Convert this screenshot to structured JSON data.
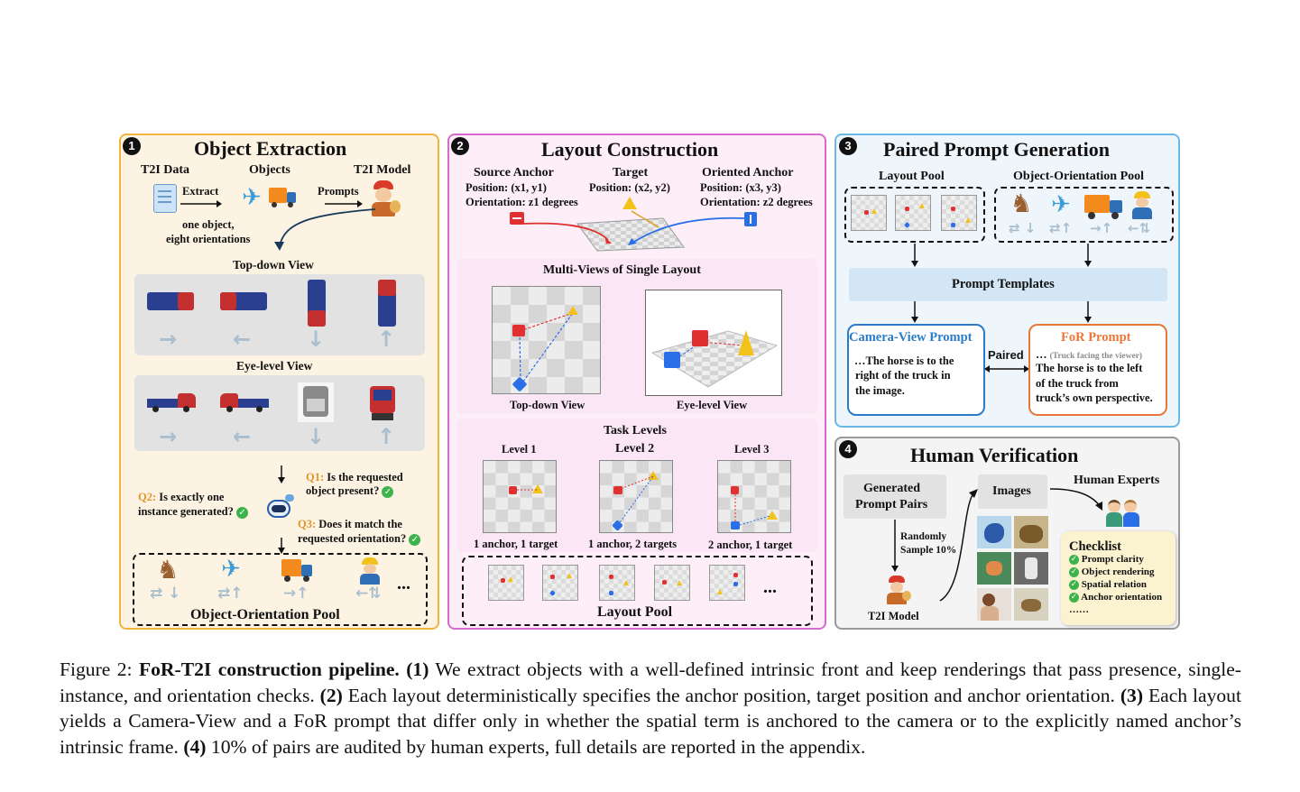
{
  "panel1": {
    "number": "1",
    "title": "Object  Extraction",
    "t2i_data": "T2I Data",
    "objects": "Objects",
    "t2i_model": "T2I Model",
    "extract": "Extract",
    "prompts": "Prompts",
    "note_line1": "one object,",
    "note_line2": "eight orientations",
    "top_down_view": "Top-down View",
    "eye_level_view": "Eye-level View",
    "q1_label": "Q1:",
    "q1_text_line1": "Is the requested",
    "q1_text_line2": "object present?",
    "q2_label": "Q2:",
    "q2_text_line1": "Is exactly one",
    "q2_text_line2": "instance generated?",
    "q3_label": "Q3:",
    "q3_text_line1": "Does it match the",
    "q3_text_line2": "requested orientation?",
    "pool_label": "Object-Orientation Pool",
    "ellipsis": "..."
  },
  "panel2": {
    "number": "2",
    "title": "Layout Construction",
    "source_anchor": "Source Anchor",
    "source_pos": "Position: (x1,  y1)",
    "source_orient": "Orientation: z1 degrees",
    "target": "Target",
    "target_pos": "Position: (x2,  y2)",
    "oriented_anchor": "Oriented Anchor",
    "oriented_pos": "Position: (x3,  y3)",
    "oriented_orient": "Orientation: z2 degrees",
    "multi_views_title": "Multi-Views of Single Layout",
    "top_down_label": "Top-down View",
    "eye_level_label": "Eye-level View",
    "task_levels_title": "Task Levels",
    "level1": "Level 1",
    "level2": "Level 2",
    "level3": "Level 3",
    "level1_desc": "1 anchor, 1 target",
    "level2_desc": "1 anchor, 2 targets",
    "level3_desc": "2 anchor, 1 target",
    "pool_label": "Layout Pool",
    "ellipsis": "..."
  },
  "panel3": {
    "number": "3",
    "title": "Paired Prompt Generation",
    "layout_pool": "Layout Pool",
    "object_orientation_pool": "Object-Orientation Pool",
    "prompt_templates": "Prompt Templates",
    "camera_view_prompt": "Camera-View Prompt",
    "camera_text_line1": "…The horse is to the",
    "camera_text_line2": "right of the truck in",
    "camera_text_line3": "the image.",
    "paired": "Paired",
    "for_prompt": "FoR Prompt",
    "for_text_prefix": "…",
    "for_text_note": "(Truck facing the viewer)",
    "for_text_line1": "The horse is to the left",
    "for_text_line2": "of the truck from",
    "for_text_line3": "truck’s own perspective."
  },
  "panel4": {
    "number": "4",
    "title": "Human Verification",
    "generated_line1": "Generated",
    "generated_line2": "Prompt Pairs",
    "images": "Images",
    "human_experts": "Human Experts",
    "sample_line1": "Randomly",
    "sample_line2": "Sample 10%",
    "t2i_model": "T2I Model",
    "checklist_title": "Checklist",
    "checklist_items": [
      "Prompt clarity",
      "Object rendering",
      "Spatial relation",
      "Anchor orientation",
      "……"
    ]
  },
  "caption": {
    "prefix": "Figure 2: ",
    "title": "FoR-T2I construction pipeline.",
    "s1_num": "(1)",
    "s1": " We extract objects with a well-defined intrinsic front and keep renderings that pass presence, single-instance, and orientation checks. ",
    "s2_num": "(2)",
    "s2": " Each layout deterministically specifies the anchor position, target position and anchor orientation. ",
    "s3_num": "(3)",
    "s3": " Each layout yields a Camera-View and a FoR prompt that differ only in whether the spatial term is anchored to the camera or to the explicitly named anchor’s intrinsic frame. ",
    "s4_num": "(4)",
    "s4": " 10% of pairs are audited by human experts, full details are reported in the appendix."
  },
  "colors": {
    "panel1_bg": "#fdf3e3",
    "panel1_border": "#f0b43c",
    "panel2_bg": "#fdeef8",
    "panel2_border": "#d86ad0",
    "panel3_bg": "#eef6fc",
    "panel3_border": "#6ab8e8",
    "panel4_bg": "#f4f4f4",
    "panel4_border": "#999999",
    "q_label": "#e0962a",
    "camera_blue": "#2a7bc8",
    "for_orange": "#e8773a"
  }
}
